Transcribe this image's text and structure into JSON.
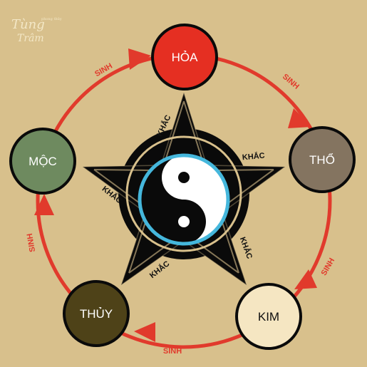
{
  "logo": {
    "line1": "Tùng",
    "line2": "Trâm",
    "small": "phong thủy"
  },
  "elements": [
    {
      "id": "hoa",
      "label": "HỎA",
      "fill": "#e52f22",
      "text_color": "#ffffff"
    },
    {
      "id": "tho",
      "label": "THỔ",
      "fill": "#847460",
      "text_color": "#ffffff"
    },
    {
      "id": "kim",
      "label": "KIM",
      "fill": "#f5e6c2",
      "text_color": "#111111"
    },
    {
      "id": "thuy",
      "label": "THỦY",
      "fill": "#4e4218",
      "text_color": "#ffffff"
    },
    {
      "id": "moc",
      "label": "MỘC",
      "fill": "#6e8a5f",
      "text_color": "#ffffff"
    }
  ],
  "generating_label": "SINH",
  "controlling_label": "KHẮC",
  "colors": {
    "background": "#d8c08c",
    "sinh_arrow": "#e13a2c",
    "star": "#0a0a0a",
    "yin_yang_ring": "#45b7dc"
  }
}
